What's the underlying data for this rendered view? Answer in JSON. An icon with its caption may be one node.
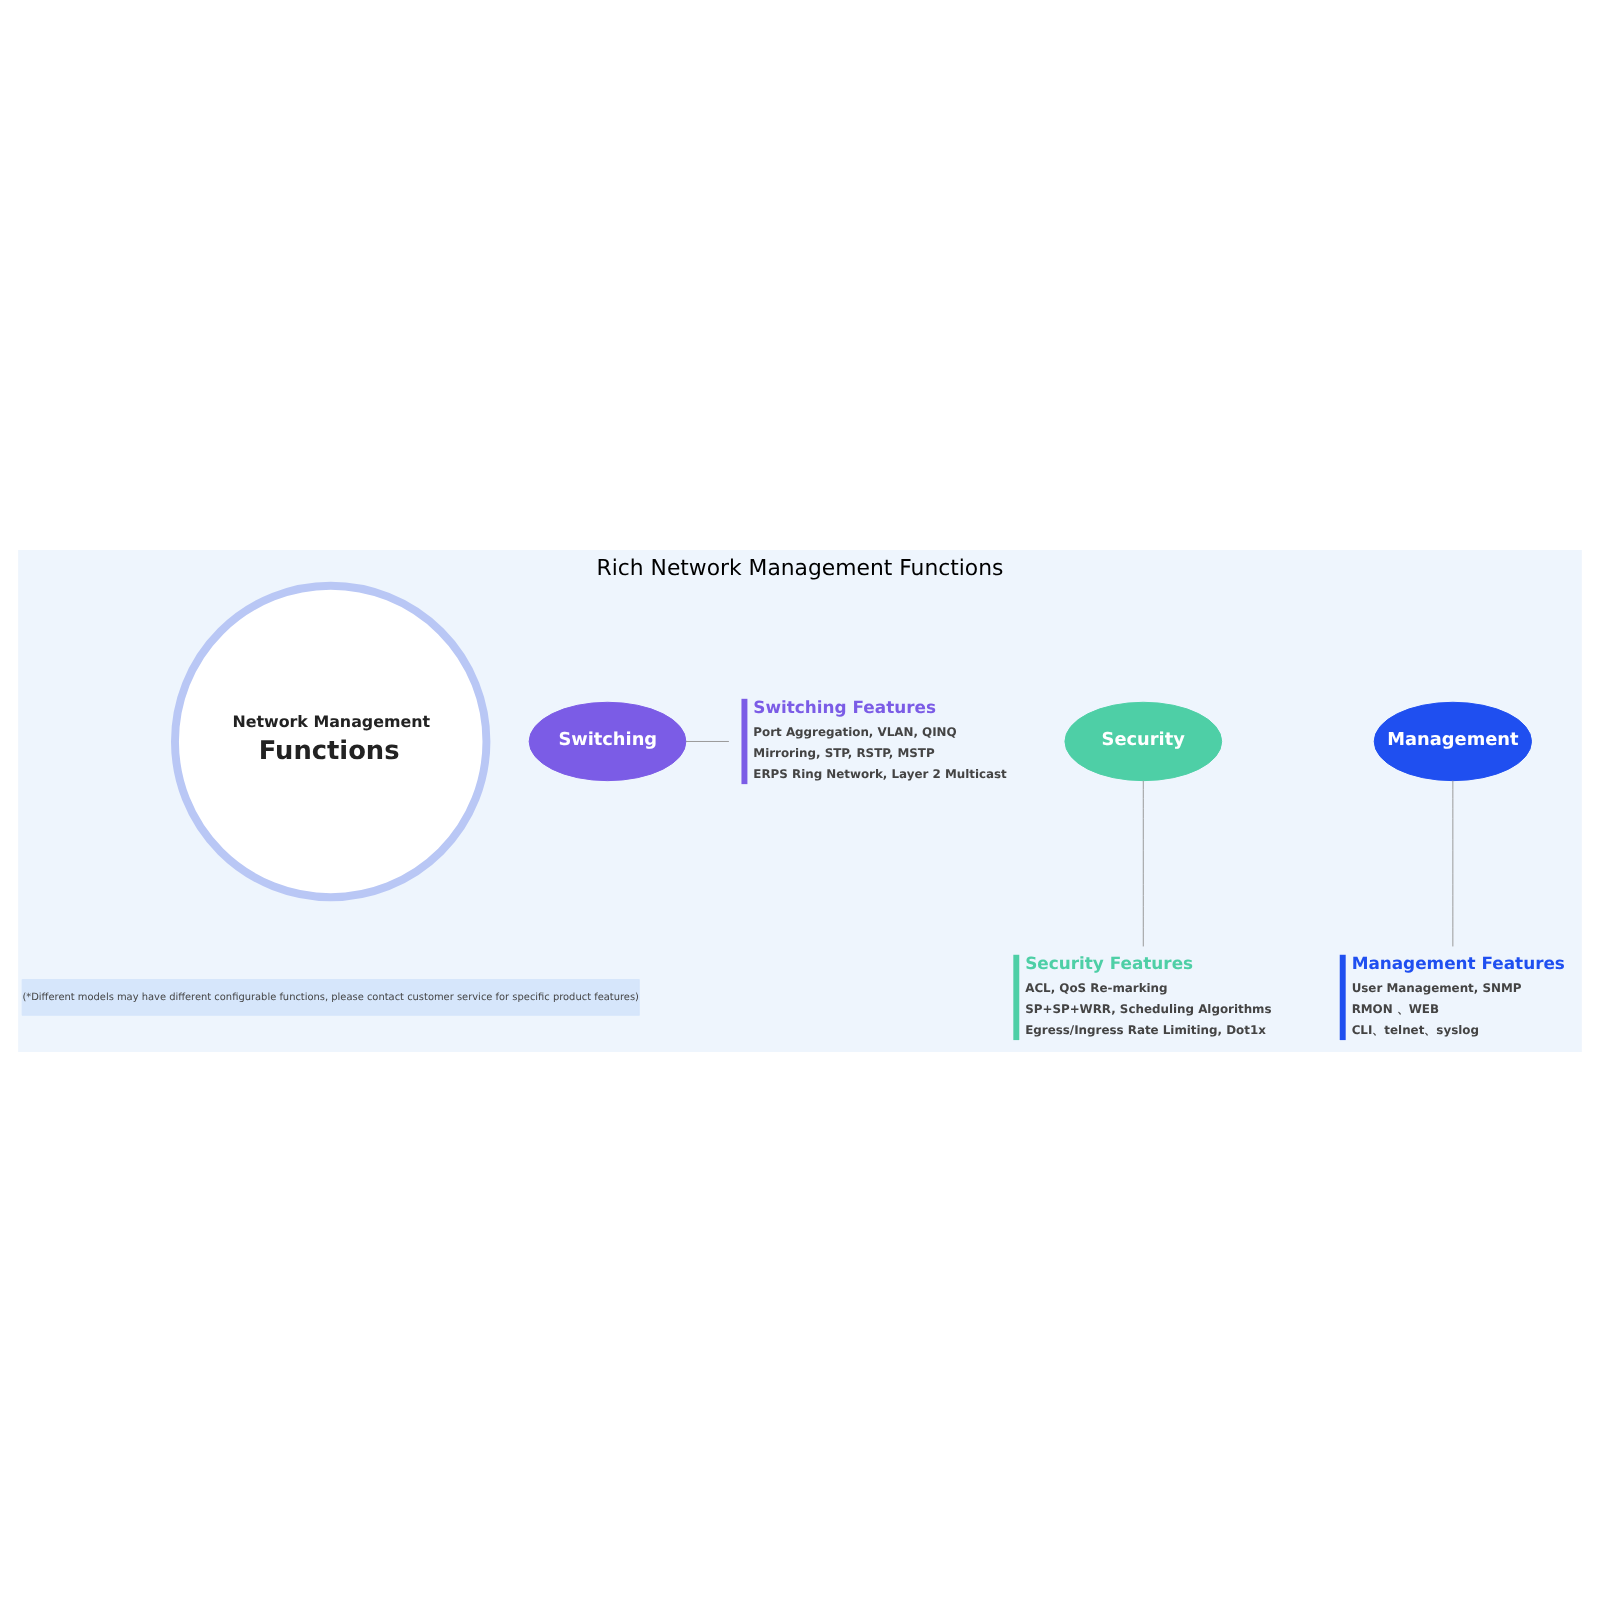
{
  "diagram": {
    "title": "Rich Network Management Functions",
    "nodes": [
      {
        "text": [
          "Network Management",
          "Functions"
        ]
      },
      {
        "text": [
          "Switching"
        ]
      },
      {
        "text": [
          "Security"
        ]
      },
      {
        "text": [
          "Management"
        ]
      },
      {
        "text": [
          "Switching Features",
          "Port Aggregation, VLAN, QINQ",
          "Mirroring, STP, RSTP, MSTP",
          "ERPS Ring Network, Layer 2 Multicast"
        ]
      },
      {
        "text": [
          "Security Features",
          "ACL, QoS Re-marking",
          "SP+SP+WRR, Scheduling Algorithms",
          "Egress/Ingress Rate Limiting, Dot1x"
        ]
      },
      {
        "text": [
          "Management Features",
          "User Management, SNMP",
          "RMON 、WEB",
          "CLI、telnet、syslog"
        ]
      }
    ],
    "edges": [
      {
        "from": 1,
        "to": 4,
        "arrow": "none"
      },
      {
        "from": 2,
        "to": 5,
        "arrow": "none"
      },
      {
        "from": 3,
        "to": 6,
        "arrow": "none"
      }
    ],
    "labels": [
      "(*Different models may have different configurable functions, please contact customer service for specific product features)"
    ]
  }
}
